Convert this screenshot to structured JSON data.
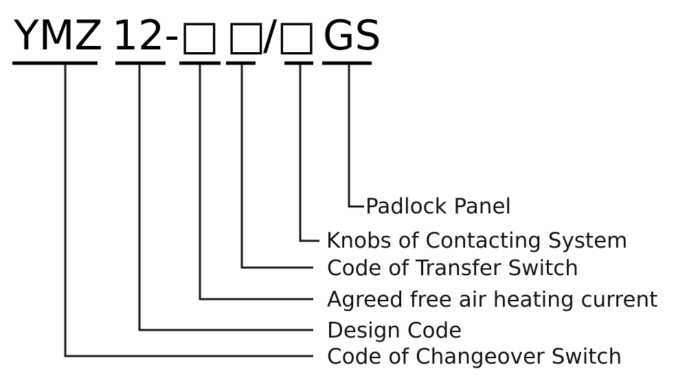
{
  "diagram": {
    "title_segments": [
      {
        "id": "seg-changeover",
        "text": "YMZ"
      },
      {
        "id": "seg-design",
        "text": "12-"
      },
      {
        "id": "seg-heating",
        "text": "□"
      },
      {
        "id": "seg-transfer",
        "text": "□"
      },
      {
        "id": "seg-knobs",
        "text": "/□"
      },
      {
        "id": "seg-padlock",
        "text": "GS"
      }
    ],
    "title_full": "YMZ 12-□ □/□GS",
    "callouts": [
      {
        "id": "callout-padlock",
        "label": "Padlock Panel"
      },
      {
        "id": "callout-knobs",
        "label": "Knobs of Contacting System"
      },
      {
        "id": "callout-transfer",
        "label": "Code of Transfer Switch"
      },
      {
        "id": "callout-heating",
        "label": "Agreed free air heating current"
      },
      {
        "id": "callout-design",
        "label": "Design Code"
      },
      {
        "id": "callout-changeover",
        "label": "Code of Changeover Switch"
      }
    ],
    "colors": {
      "ink": "#000000",
      "line": "#1a1a1a",
      "background": "#ffffff"
    }
  }
}
